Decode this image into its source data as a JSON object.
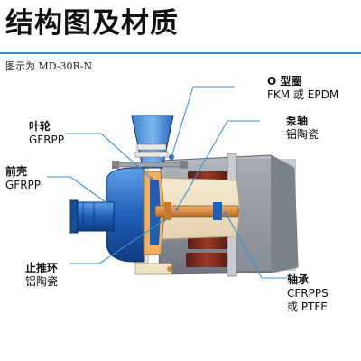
{
  "header": {
    "title": "结构图及材质",
    "subtitle": "图示为 MD-30R-N"
  },
  "labels": {
    "o_ring": {
      "name": "O 型圈",
      "material": "FKM 或 EPDM"
    },
    "impeller": {
      "name": "叶轮",
      "material": "GFRPP"
    },
    "pump_shaft": {
      "name": "泵轴",
      "material": "铝陶瓷"
    },
    "front_casing": {
      "name": "前壳",
      "material": "GFRPP"
    },
    "thrust_ring": {
      "name": "止推环",
      "material": "铝陶瓷"
    },
    "bearing": {
      "name": "轴承",
      "material_line1": "CFRPPS",
      "material_line2": "或 PTFE"
    }
  },
  "colors": {
    "accent_rule": "#2a8fd4",
    "casing_blue": "#1f5fb8",
    "motor_gray": "#8a8f97",
    "magnet_brown": "#7a2a1e",
    "shaft_orange": "#d98a3a"
  }
}
